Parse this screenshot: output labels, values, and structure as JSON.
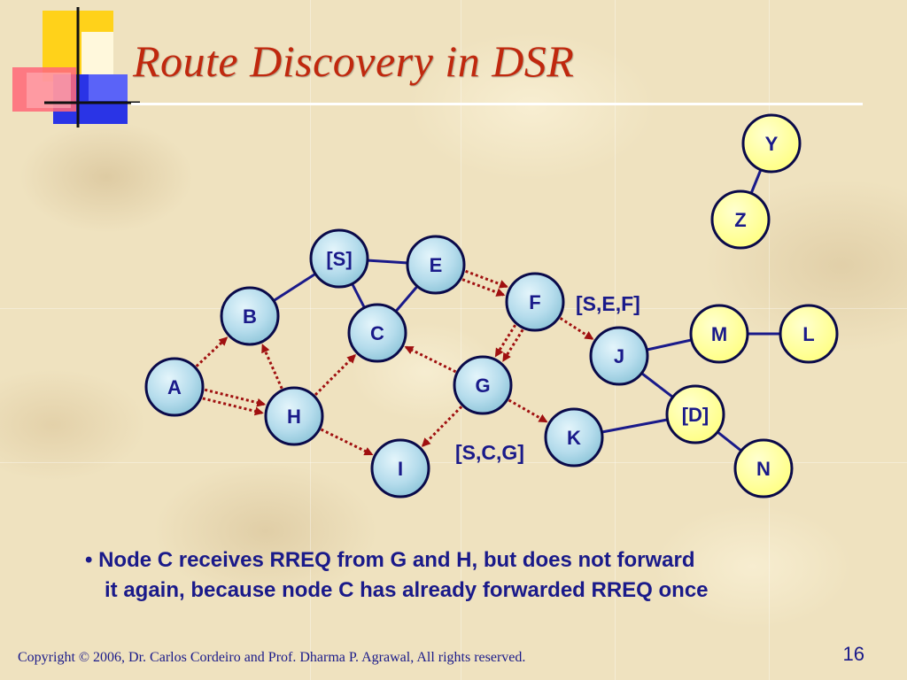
{
  "title": "Route Discovery in DSR",
  "nodes": [
    {
      "id": "S",
      "label": "[S]",
      "kind": "blue"
    },
    {
      "id": "E",
      "label": "E",
      "kind": "blue"
    },
    {
      "id": "B",
      "label": "B",
      "kind": "blue"
    },
    {
      "id": "C",
      "label": "C",
      "kind": "blue"
    },
    {
      "id": "F",
      "label": "F",
      "kind": "blue"
    },
    {
      "id": "A",
      "label": "A",
      "kind": "blue"
    },
    {
      "id": "G",
      "label": "G",
      "kind": "blue"
    },
    {
      "id": "H",
      "label": "H",
      "kind": "blue"
    },
    {
      "id": "I",
      "label": "I",
      "kind": "blue"
    },
    {
      "id": "K",
      "label": "K",
      "kind": "blue"
    },
    {
      "id": "J",
      "label": "J",
      "kind": "blue"
    },
    {
      "id": "M",
      "label": "M",
      "kind": "yellow"
    },
    {
      "id": "L",
      "label": "L",
      "kind": "yellow"
    },
    {
      "id": "D",
      "label": "[D]",
      "kind": "yellow"
    },
    {
      "id": "N",
      "label": "N",
      "kind": "yellow"
    },
    {
      "id": "Y",
      "label": "Y",
      "kind": "yellow"
    },
    {
      "id": "Z",
      "label": "Z",
      "kind": "yellow"
    }
  ],
  "links": [
    [
      "S",
      "E"
    ],
    [
      "S",
      "B"
    ],
    [
      "S",
      "C"
    ],
    [
      "E",
      "C"
    ],
    [
      "Y",
      "Z"
    ],
    [
      "J",
      "M"
    ],
    [
      "M",
      "L"
    ],
    [
      "J",
      "D"
    ],
    [
      "D",
      "N"
    ],
    [
      "K",
      "D"
    ]
  ],
  "rreq_arrows": [
    {
      "from": "E",
      "to": "F",
      "double": true
    },
    {
      "from": "F",
      "to": "J",
      "double": false
    },
    {
      "from": "F",
      "to": "G",
      "double": true
    },
    {
      "from": "G",
      "to": "C",
      "double": false
    },
    {
      "from": "G",
      "to": "K",
      "double": false
    },
    {
      "from": "G",
      "to": "I",
      "double": false
    },
    {
      "from": "H",
      "to": "C",
      "double": false
    },
    {
      "from": "H",
      "to": "B",
      "double": false
    },
    {
      "from": "H",
      "to": "I",
      "double": false
    },
    {
      "from": "A",
      "to": "B",
      "double": false
    },
    {
      "from": "A",
      "to": "H",
      "double": true
    }
  ],
  "route_labels": {
    "sef": "[S,E,F]",
    "scg": "[S,C,G]"
  },
  "caption": {
    "line1": "• Node C receives RREQ from G and H, but does not forward",
    "line2": "it again, because node C has already forwarded RREQ once"
  },
  "footer": "Copyright © 2006, Dr. Carlos Cordeiro and  Prof. Dharma P. Agrawal,  All rights reserved.",
  "page_number": "16",
  "colors": {
    "title": "#c0280e",
    "link": "#1a1a8a",
    "arrow": "#a01010",
    "node_blue": "#b5dcec",
    "node_yellow": "#ffff99",
    "node_border": "#0a0a4a",
    "text_blue": "#1a1a8a"
  }
}
